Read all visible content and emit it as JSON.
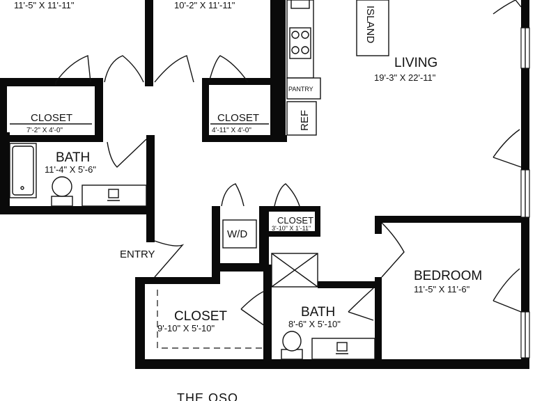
{
  "plan": {
    "name": "THE OSO",
    "rooms": {
      "bedroom_a": {
        "dim": "11'-5\" X 11'-11\""
      },
      "bedroom_b": {
        "dim": "10'-2\" X 11'-11\""
      },
      "living": {
        "name": "LIVING",
        "dim": "19'-3\" X 22'-11\""
      },
      "closet_a": {
        "name": "CLOSET",
        "dim": "7'-2\" X 4'-0\""
      },
      "closet_b": {
        "name": "CLOSET",
        "dim": "4'-11\" X 4'-0\""
      },
      "bath_a": {
        "name": "BATH",
        "dim": "11'-4\" X 5'-6\""
      },
      "closet_c": {
        "name": "CLOSET",
        "dim": "3'-10\" X 1'-11\""
      },
      "bedroom_c": {
        "name": "BEDROOM",
        "dim": "11'-5\" X 11'-6\""
      },
      "closet_d": {
        "name": "CLOSET",
        "dim": "9'-10\" X 5'-10\""
      },
      "bath_b": {
        "name": "BATH",
        "dim": "8'-6\" X 5'-10\""
      }
    },
    "labels": {
      "island": "ISLAND",
      "pantry": "PANTRY",
      "ref": "REF",
      "wd": "W/D",
      "entry": "ENTRY"
    }
  }
}
